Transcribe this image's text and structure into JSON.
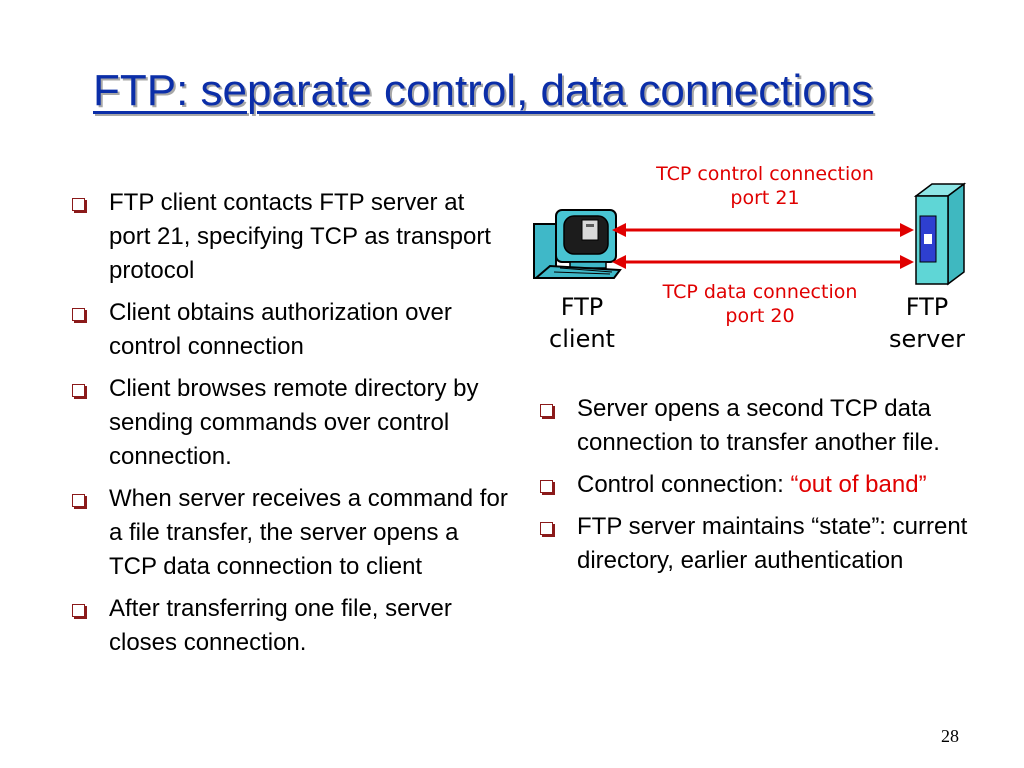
{
  "slide": {
    "title": "FTP: separate control, data connections",
    "page_number": "28"
  },
  "left_bullets": [
    "FTP client contacts FTP server at port 21, specifying TCP as transport protocol",
    "Client obtains authorization over control connection",
    "Client browses remote directory by sending commands over control connection.",
    "When server receives a command for a file transfer, the server opens a TCP data connection to client",
    "After transferring one file, server closes connection."
  ],
  "right_bullets": [
    {
      "text": "Server opens a second TCP data connection to transfer another file.",
      "highlight": ""
    },
    {
      "text": "Control connection: ",
      "highlight": "“out of band”"
    },
    {
      "text": "FTP server maintains “state”: current directory, earlier authentication",
      "highlight": ""
    }
  ],
  "diagram": {
    "control_connection": {
      "line1": "TCP control connection",
      "line2": "port 21"
    },
    "data_connection": {
      "line1": "TCP data connection",
      "line2": "port 20"
    },
    "client": {
      "line1": "FTP",
      "line2": "client",
      "icon": "desktop-computer-icon"
    },
    "server": {
      "line1": "FTP",
      "line2": "server",
      "icon": "server-tower-icon"
    }
  },
  "colors": {
    "title": "#0b2ea8",
    "accent_red": "#e00000",
    "bullet_mark": "#8b1a1a",
    "server_body": "#5fd6d6",
    "server_panel": "#2e3fd0"
  }
}
